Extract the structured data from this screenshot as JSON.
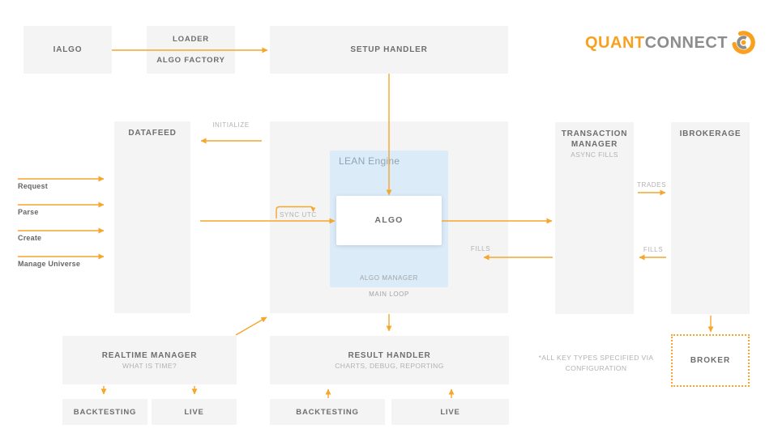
{
  "colors": {
    "box_bg": "#f4f4f5",
    "box_title": "#6e6e6e",
    "box_subtitle": "#b2b2b2",
    "small_label": "#b2b2b2",
    "side_label": "#666666",
    "orange": "#f6a62b",
    "logo_orange": "#f9a11e",
    "logo_gray": "#8d8d8d",
    "blue_bg": "#dcebf8",
    "lean_title": "#8fa5b5",
    "note": "#b2b2b2"
  },
  "logo": {
    "text_primary": "QUANT",
    "text_secondary": "CONNECT",
    "icon": "quantconnect-swirl-icon"
  },
  "top_row": {
    "ialgo": "IALGO",
    "loader": "LOADER",
    "algo_factory": "ALGO FACTORY",
    "setup_handler": "SETUP HANDLER"
  },
  "left_side": {
    "request": "Request",
    "parse": "Parse",
    "create": "Create",
    "manage_universe": "Manage Universe",
    "datafeed": "DATAFEED",
    "initialize": "INITIALIZE"
  },
  "engine": {
    "lean": "LEAN Engine",
    "algo": "ALGO",
    "algo_manager": "ALGO MANAGER",
    "main_loop": "MAIN LOOP",
    "sync_utc": "SYNC UTC",
    "fills": "FILLS"
  },
  "right_side": {
    "transaction_manager_line1": "TRANSACTION",
    "transaction_manager_line2": "MANAGER",
    "async_fills": "ASYNC FILLS",
    "ibrokerage": "IBROKERAGE",
    "trades": "TRADES",
    "fills": "FILLS",
    "broker": "BROKER"
  },
  "bottom": {
    "realtime_manager": "REALTIME MANAGER",
    "what_is_time": "WHAT IS TIME?",
    "result_handler": "RESULT HANDLER",
    "charts_debug_reporting": "CHARTS, DEBUG, REPORTING",
    "backtesting_left": "BACKTESTING",
    "live_left": "LIVE",
    "backtesting_right": "BACKTESTING",
    "live_right": "LIVE",
    "note_line1": "*ALL KEY TYPES SPECIFIED VIA",
    "note_line2": "CONFIGURATION"
  }
}
